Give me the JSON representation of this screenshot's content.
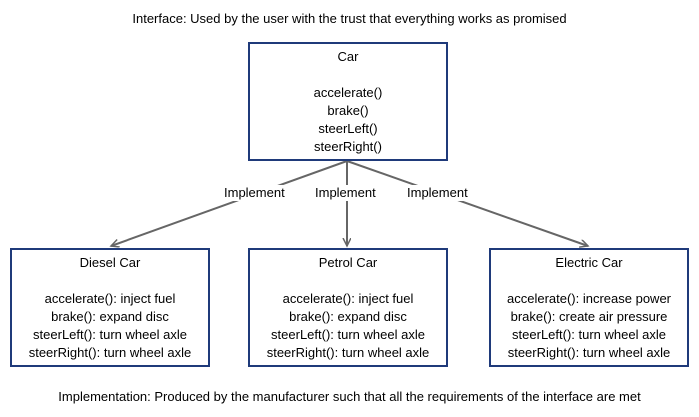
{
  "header_caption": "Interface: Used by the user with the trust that everything works as promised",
  "footer_caption": "Implementation: Produced by the manufacturer such that all the requirements of the interface are met",
  "interface": {
    "title": "Car",
    "methods": [
      "accelerate()",
      "brake()",
      "steerLeft()",
      "steerRight()"
    ]
  },
  "edge_label": "Implement",
  "implementations": [
    {
      "title": "Diesel Car",
      "methods": [
        "accelerate(): inject fuel",
        "brake(): expand disc",
        "steerLeft(): turn wheel axle",
        "steerRight(): turn wheel axle"
      ]
    },
    {
      "title": "Petrol Car",
      "methods": [
        "accelerate(): inject fuel",
        "brake(): expand disc",
        "steerLeft(): turn wheel axle",
        "steerRight(): turn wheel axle"
      ]
    },
    {
      "title": "Electric Car",
      "methods": [
        "accelerate(): increase power",
        "brake(): create air pressure",
        "steerLeft(): turn wheel axle",
        "steerRight(): turn wheel axle"
      ]
    }
  ],
  "colors": {
    "box_border": "#1f3a7a",
    "arrow": "#666666"
  }
}
